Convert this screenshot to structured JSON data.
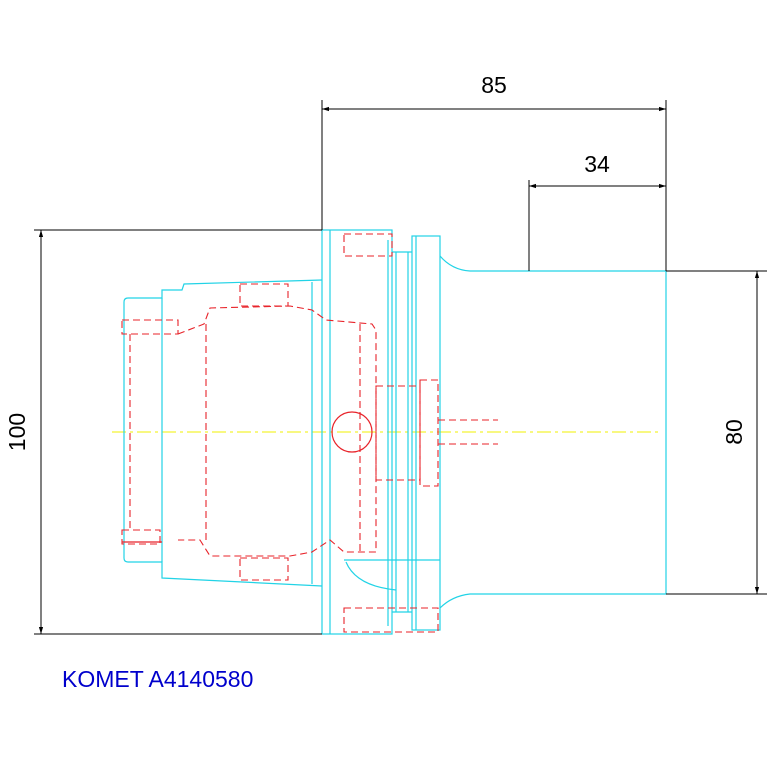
{
  "dimensions": {
    "overall_length": "85",
    "shank_length": "34",
    "flange_diameter": "100",
    "shank_diameter": "80"
  },
  "caption": "KOMET A4140580",
  "colors": {
    "outline": "#22d3e6",
    "hidden_lines": "#e8232a",
    "center_line": "#f0f000",
    "dimension": "#000000",
    "caption": "#0000cc"
  }
}
